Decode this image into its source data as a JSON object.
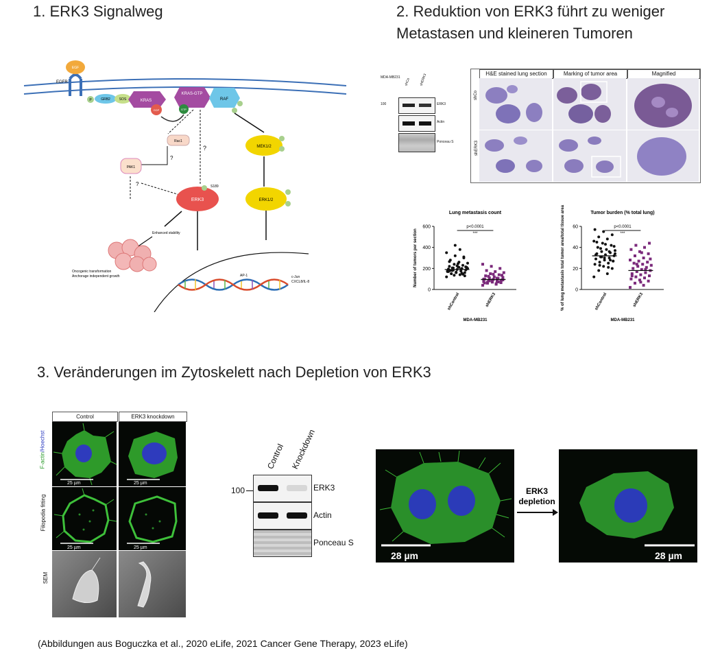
{
  "headings": {
    "h1": "1.   ERK3 Signalweg",
    "h2_line1": "2.   Reduktion von ERK3 führt zu weniger",
    "h2_line2": "Metastasen und kleineren Tumoren",
    "h3": "3.   Veränderungen im Zytoskelett nach Depletion von ERK3"
  },
  "pathway": {
    "egf": "EGF",
    "egfr": "EGFR",
    "grb2": "GRB2",
    "sos": "SOS",
    "kras": "KRAS",
    "kras_gtp": "KRAS-GTP",
    "raf": "RAF",
    "gdp": "GDP",
    "gtp": "GTP",
    "p": "P",
    "rac1": "Rac1",
    "pak1": "PAK1",
    "erk3": "ERK3",
    "s189": "S189",
    "mek": "MEK1/2",
    "erk12": "ERK1/2",
    "q": "?",
    "enhanced": "Enhanced stability",
    "onco1": "Oncogenic transformation",
    "onco2": "Anchorage independent growth",
    "ap1": "AP-1",
    "cjun1": "c-Jun",
    "cjun2": "CXCL8/IL-8"
  },
  "metastasis": {
    "cell_line": "MDA-MB231",
    "lanes": [
      "shCo",
      "shERK3"
    ],
    "mw": "100",
    "blots": [
      "ERK3",
      "Actin",
      "Ponceau S"
    ],
    "col_headers": [
      "H&E stained lung section",
      "Marking of tumor area",
      "Magnified"
    ],
    "row_labels": [
      "shCo",
      "shERK3"
    ]
  },
  "chart_data": [
    {
      "type": "scatter",
      "title": "Lung metastasis count",
      "ylabel": "Number of tumors per section",
      "xlabel": "MDA-MB231",
      "categories": [
        "shControl",
        "shERK3"
      ],
      "ylim": [
        0,
        600
      ],
      "yticks": [
        "0",
        "200",
        "400",
        "600"
      ],
      "annotation": "p<0.0001",
      "stars": "***",
      "series": [
        {
          "name": "shControl",
          "color": "#111111",
          "marker": "circle",
          "mean": 190,
          "values": [
            120,
            140,
            150,
            160,
            165,
            170,
            175,
            180,
            185,
            190,
            195,
            200,
            205,
            210,
            215,
            220,
            230,
            240,
            250,
            260,
            280,
            300,
            320,
            350,
            380,
            150,
            130,
            160,
            175,
            190,
            205,
            215,
            225,
            170,
            155,
            185,
            195,
            245,
            265,
            145,
            135,
            200,
            210,
            180,
            310,
            420
          ]
        },
        {
          "name": "shERK3",
          "color": "#7b2a7b",
          "marker": "square",
          "mean": 95,
          "values": [
            40,
            50,
            60,
            65,
            70,
            75,
            80,
            85,
            90,
            95,
            100,
            105,
            110,
            115,
            120,
            130,
            140,
            150,
            160,
            170,
            180,
            200,
            220,
            240,
            55,
            68,
            78,
            88,
            98,
            108,
            125,
            135,
            145,
            62,
            72,
            82,
            92
          ]
        }
      ]
    },
    {
      "type": "scatter",
      "title": "Tumor burden (% total lung)",
      "ylabel": "% of lung metastasis total tumor area/total tissue area",
      "xlabel": "MDA-MB231",
      "categories": [
        "shControl",
        "shERK3"
      ],
      "ylim": [
        0,
        60
      ],
      "yticks": [
        "0",
        "20",
        "40",
        "60"
      ],
      "annotation": "p<0.0001",
      "stars": "***",
      "series": [
        {
          "name": "shControl",
          "color": "#111111",
          "marker": "circle",
          "mean": 32,
          "values": [
            12,
            15,
            18,
            20,
            22,
            24,
            25,
            26,
            27,
            28,
            29,
            30,
            31,
            32,
            33,
            34,
            35,
            36,
            37,
            38,
            40,
            42,
            44,
            46,
            48,
            50,
            52,
            55,
            57,
            21,
            23,
            27,
            30,
            33,
            36,
            39,
            41,
            43,
            45,
            28,
            31,
            34
          ]
        },
        {
          "name": "shERK3",
          "color": "#7b2a7b",
          "marker": "square",
          "mean": 18,
          "values": [
            2,
            4,
            6,
            8,
            9,
            10,
            11,
            12,
            13,
            14,
            15,
            16,
            17,
            18,
            19,
            20,
            21,
            22,
            23,
            24,
            25,
            26,
            27,
            28,
            30,
            32,
            34,
            36,
            38,
            40,
            42,
            44,
            7,
            13,
            19,
            24,
            29,
            35
          ]
        }
      ]
    }
  ],
  "cyto": {
    "col_headers": [
      "Control",
      "ERK3 knockdown"
    ],
    "row1_label_green": "F-actin",
    "row1_label_blue": "/Hoechst",
    "row2_label": "Filopodia fitting",
    "row3_label": "SEM",
    "scale": "25 µm",
    "wb_lanes": [
      "Control",
      "Knockdown"
    ],
    "wb_mw": "100",
    "wb_blots": [
      "ERK3",
      "Actin",
      "Ponceau S"
    ],
    "big_scale": "28 µm",
    "arrow_label_1": "ERK3",
    "arrow_label_2": "depletion"
  },
  "citation": "(Abbildungen aus Boguczka et al., 2020 eLife, 2021 Cancer Gene Therapy, 2023 eLife)"
}
